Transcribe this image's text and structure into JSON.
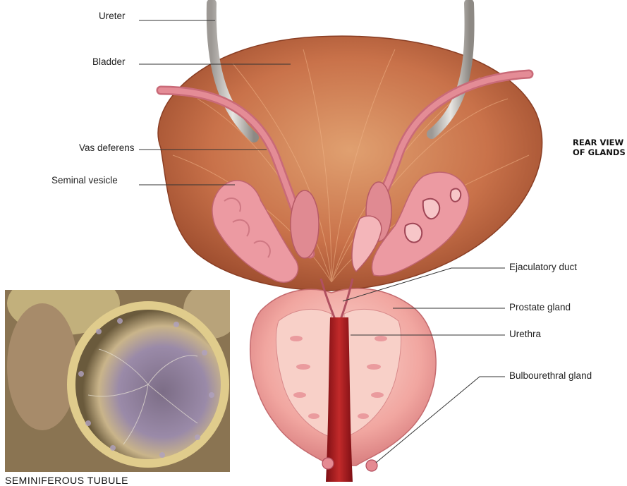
{
  "labels": {
    "ureter": "Ureter",
    "bladder": "Bladder",
    "vas_deferens": "Vas deferens",
    "seminal_vesicle": "Seminal vesicle",
    "ejaculatory_duct": "Ejaculatory duct",
    "prostate_gland": "Prostate gland",
    "urethra": "Urethra",
    "bulbourethral_gland": "Bulbourethral gland"
  },
  "view_title": {
    "line1": "REAR VIEW",
    "line2": "OF GLANDS"
  },
  "photo_caption": "SEMINIFEROUS TUBULE",
  "colors": {
    "bladder": "#c8704c",
    "bladder_dark": "#a0492c",
    "vessel_pink": "#d98a8a",
    "prostate": "#ee9d9a",
    "prostate_inner": "#f7cdc7",
    "urethra": "#a0181c",
    "ureter_tube": "#c9c6c2",
    "leader_line": "#333333"
  }
}
